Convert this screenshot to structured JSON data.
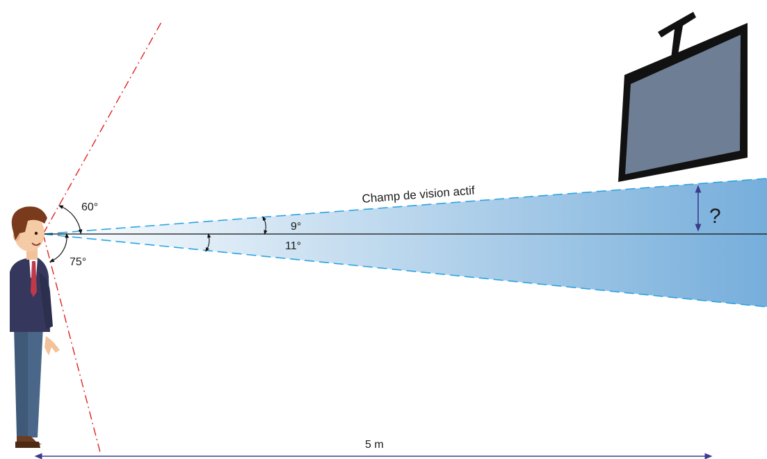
{
  "labels": {
    "angle_up": "60°",
    "angle_down": "75°",
    "angle_active_up": "9°",
    "angle_active_down": "11°",
    "field_label": "Champ de vision actif",
    "question": "?",
    "distance": "5 m"
  },
  "colors": {
    "field_start": "#ffffff",
    "field_end": "#76aedb",
    "dash_blue": "#2aa3e0",
    "dash_red": "#e02020",
    "arrow_navy": "#3b3a8c",
    "screen_fill": "#6e7e95",
    "outline": "#111111"
  },
  "icons": {
    "person": "standing-man-illustration",
    "tv": "ceiling-mounted-screen"
  }
}
